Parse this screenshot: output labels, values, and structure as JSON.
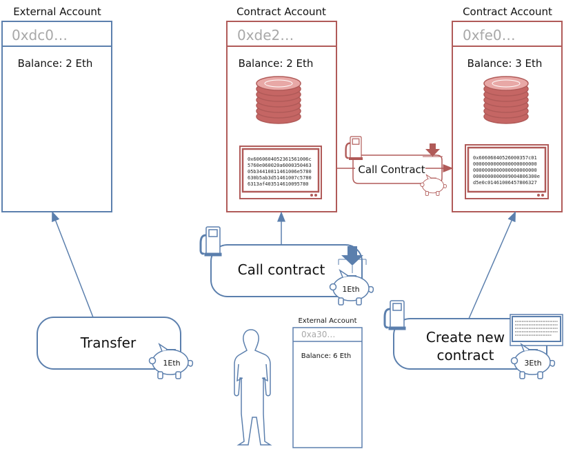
{
  "colors": {
    "external": "#5b7fad",
    "contract": "#b05a58",
    "placeholder": "#a8a8a8",
    "text": "#111111"
  },
  "accounts": {
    "external_1": {
      "header": "External Account",
      "address": "0xdc0…",
      "balance": "Balance: 2 Eth"
    },
    "contract_1": {
      "header": "Contract Account",
      "address": "0xde2…",
      "balance": "Balance: 2 Eth",
      "code": [
        "0x6060604052361561006c",
        "5760e060020a6000350463",
        "05b34410811461006e5780",
        "630b5ab3d51461007c5780",
        "6313af403514610095780"
      ]
    },
    "contract_2": {
      "header": "Contract Account",
      "address": "0xfe0…",
      "balance": "Balance: 3 Eth",
      "code": [
        "0x60606040526000357c01",
        "0000000000000000000000",
        "0000000000000000000000",
        "0000000000009004806300e",
        "d5e0c01461006457806327"
      ]
    },
    "external_2": {
      "header": "External Account",
      "address": "0xa30…",
      "balance": "Balance: 6 Eth"
    }
  },
  "transactions": {
    "transfer": {
      "label": "Transfer",
      "amount": "1Eth"
    },
    "call_contract": {
      "label": "Call contract",
      "amount": "1Eth"
    },
    "internal_call": {
      "label": "Call Contract"
    },
    "create_contract": {
      "label_line1": "Create new",
      "label_line2": "contract",
      "amount": "3Eth"
    }
  },
  "icons": [
    "gas-pump-icon",
    "piggy-bank-icon",
    "down-arrow-icon",
    "coin-stack-icon",
    "code-screen-icon",
    "person-icon"
  ]
}
